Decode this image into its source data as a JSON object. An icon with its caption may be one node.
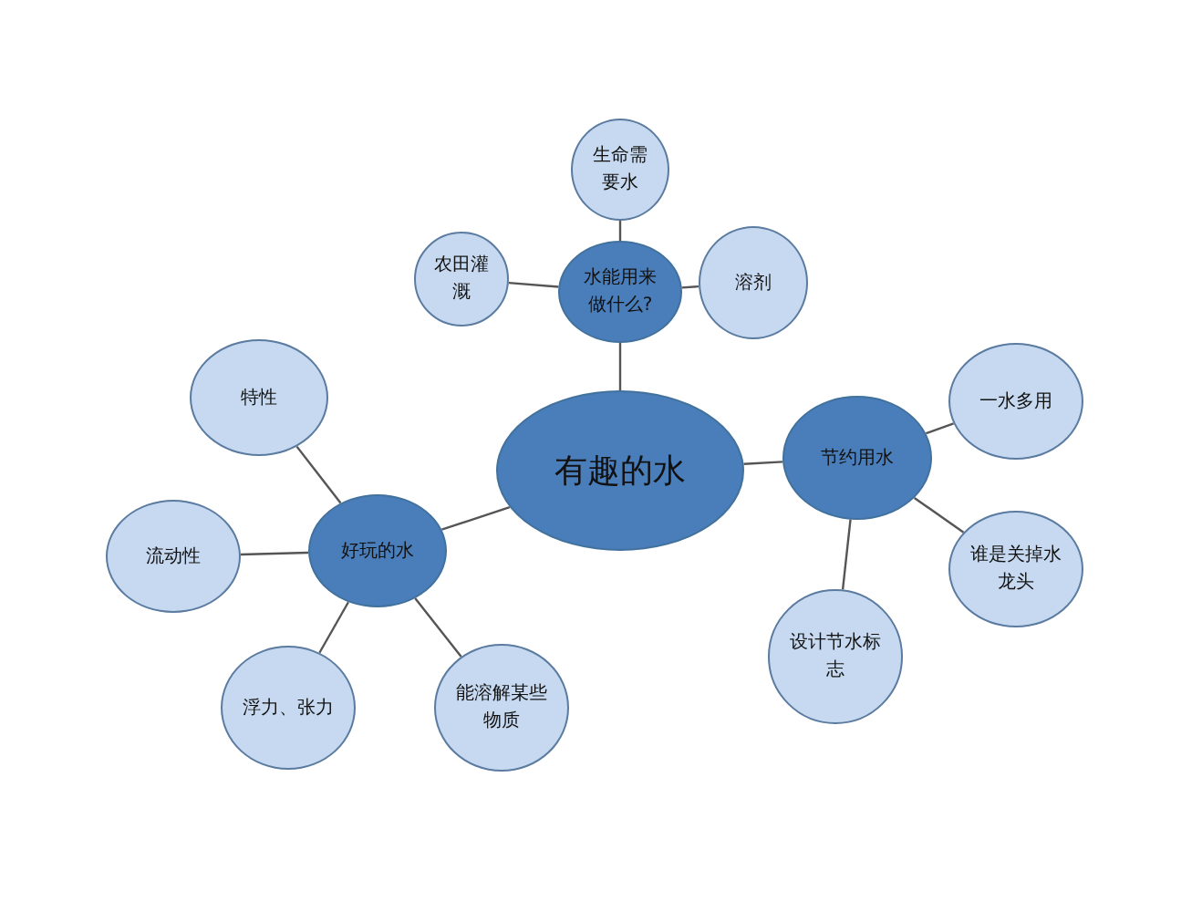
{
  "diagram": {
    "nodes": [
      {
        "text": [
          "有趣的水"
        ]
      },
      {
        "text": [
          "水能用来做什么?"
        ]
      },
      {
        "text": [
          "生命需要水"
        ]
      },
      {
        "text": [
          "农田灌溉"
        ]
      },
      {
        "text": [
          "溶剂"
        ]
      },
      {
        "text": [
          "好玩的水"
        ]
      },
      {
        "text": [
          "特性"
        ]
      },
      {
        "text": [
          "流动性"
        ]
      },
      {
        "text": [
          "浮力、张力"
        ]
      },
      {
        "text": [
          "能溶解某些物质"
        ]
      },
      {
        "text": [
          "节约用水"
        ]
      },
      {
        "text": [
          "一水多用"
        ]
      },
      {
        "text": [
          "谁是关掉水龙头"
        ]
      },
      {
        "text": [
          "设计节水标志"
        ]
      }
    ],
    "edges": [
      {
        "from": 0,
        "to": 1,
        "arrow": "none"
      },
      {
        "from": 1,
        "to": 2,
        "arrow": "none"
      },
      {
        "from": 1,
        "to": 3,
        "arrow": "none"
      },
      {
        "from": 1,
        "to": 4,
        "arrow": "none"
      },
      {
        "from": 0,
        "to": 5,
        "arrow": "none"
      },
      {
        "from": 5,
        "to": 6,
        "arrow": "none"
      },
      {
        "from": 5,
        "to": 7,
        "arrow": "none"
      },
      {
        "from": 5,
        "to": 8,
        "arrow": "none"
      },
      {
        "from": 5,
        "to": 9,
        "arrow": "none"
      },
      {
        "from": 0,
        "to": 10,
        "arrow": "none"
      },
      {
        "from": 10,
        "to": 11,
        "arrow": "none"
      },
      {
        "from": 10,
        "to": 12,
        "arrow": "none"
      },
      {
        "from": 10,
        "to": 13,
        "arrow": "none"
      }
    ]
  }
}
